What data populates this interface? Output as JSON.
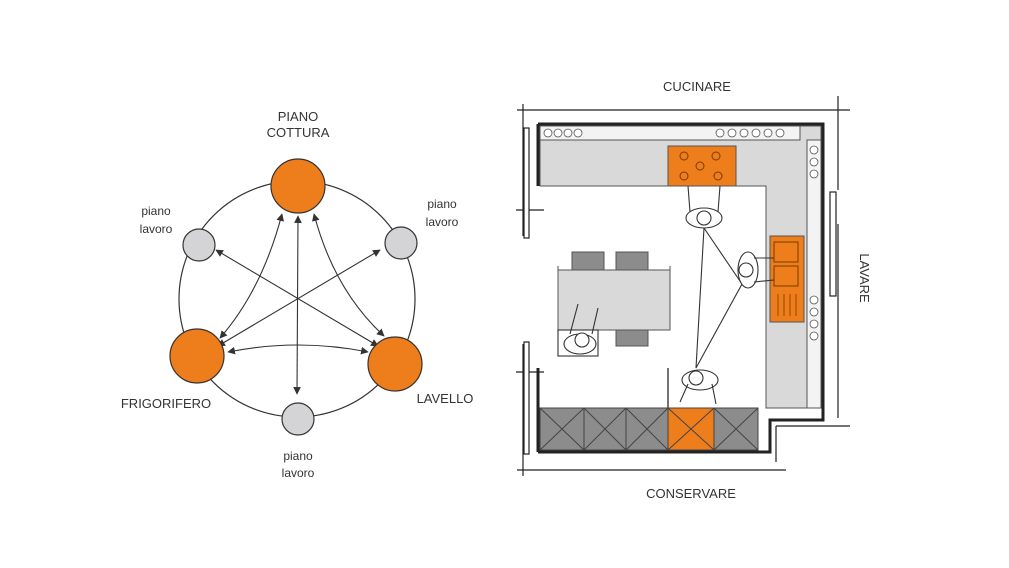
{
  "diagram": {
    "nodes": {
      "piano_cottura": {
        "line1": "PIANO",
        "line2": "COTTURA"
      },
      "frigorifero": {
        "label": "FRIGORIFERO"
      },
      "lavello": {
        "label": "LAVELLO"
      },
      "piano_lavoro_left": {
        "line1": "piano",
        "line2": "lavoro"
      },
      "piano_lavoro_right": {
        "line1": "piano",
        "line2": "lavoro"
      },
      "piano_lavoro_bottom": {
        "line1": "piano",
        "line2": "lavoro"
      }
    }
  },
  "plan": {
    "zones": {
      "cucinare": "CUCINARE",
      "lavare": "LAVARE",
      "conservare": "CONSERVARE"
    }
  },
  "colors": {
    "accent_orange": "#ee7d1b",
    "workspace_grey": "#d4d4d6",
    "counter_grey": "#d9d9d9",
    "storage_grey": "#8c8c8c"
  }
}
